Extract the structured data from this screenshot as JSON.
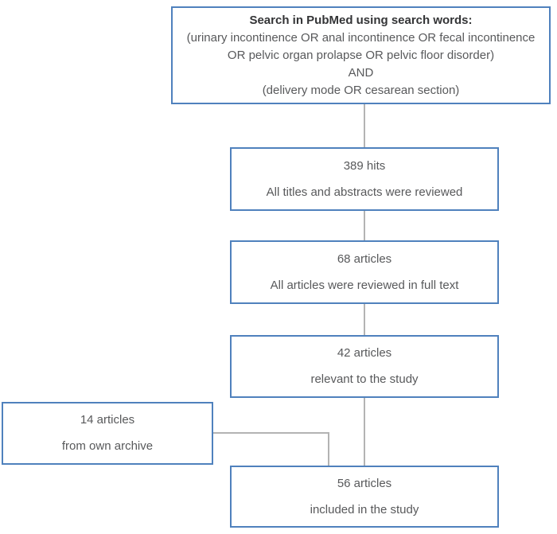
{
  "colors": {
    "box_border": "#4f81bd",
    "connector": "#b3b3b3",
    "heading_text": "#333436",
    "body_text": "#58595b"
  },
  "boxes": {
    "search": {
      "title": "Search in PubMed using search words:",
      "lines": [
        "(urinary incontinence OR anal incontinence OR fecal incontinence OR pelvic organ prolapse OR pelvic floor disorder)",
        "AND",
        "(delivery mode OR cesarean section)"
      ]
    },
    "hits": {
      "count": "389 hits",
      "desc": "All titles and abstracts were reviewed"
    },
    "fulltext": {
      "count": "68 articles",
      "desc": "All articles were reviewed in full text"
    },
    "relevant": {
      "count": "42 articles",
      "desc": "relevant to the study"
    },
    "archive": {
      "count": "14 articles",
      "desc": "from own archive"
    },
    "included": {
      "count": "56 articles",
      "desc": "included in the study"
    }
  }
}
